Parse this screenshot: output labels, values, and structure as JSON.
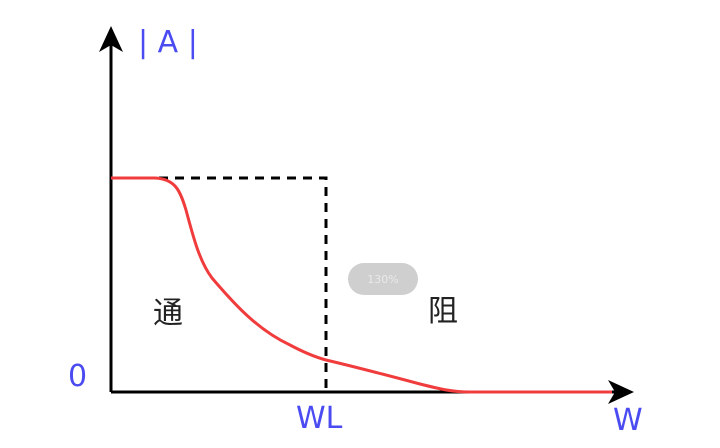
{
  "labels": {
    "y_axis": "| A |",
    "origin": "0",
    "cutoff": "WL",
    "x_axis": "W",
    "pass_region": "通",
    "stop_region": "阻"
  },
  "zoom_badge": "130%",
  "colors": {
    "axis": "#000000",
    "curve": "#f03c3c",
    "label": "#4b4bf2",
    "badge": "#cfcfcf"
  }
}
